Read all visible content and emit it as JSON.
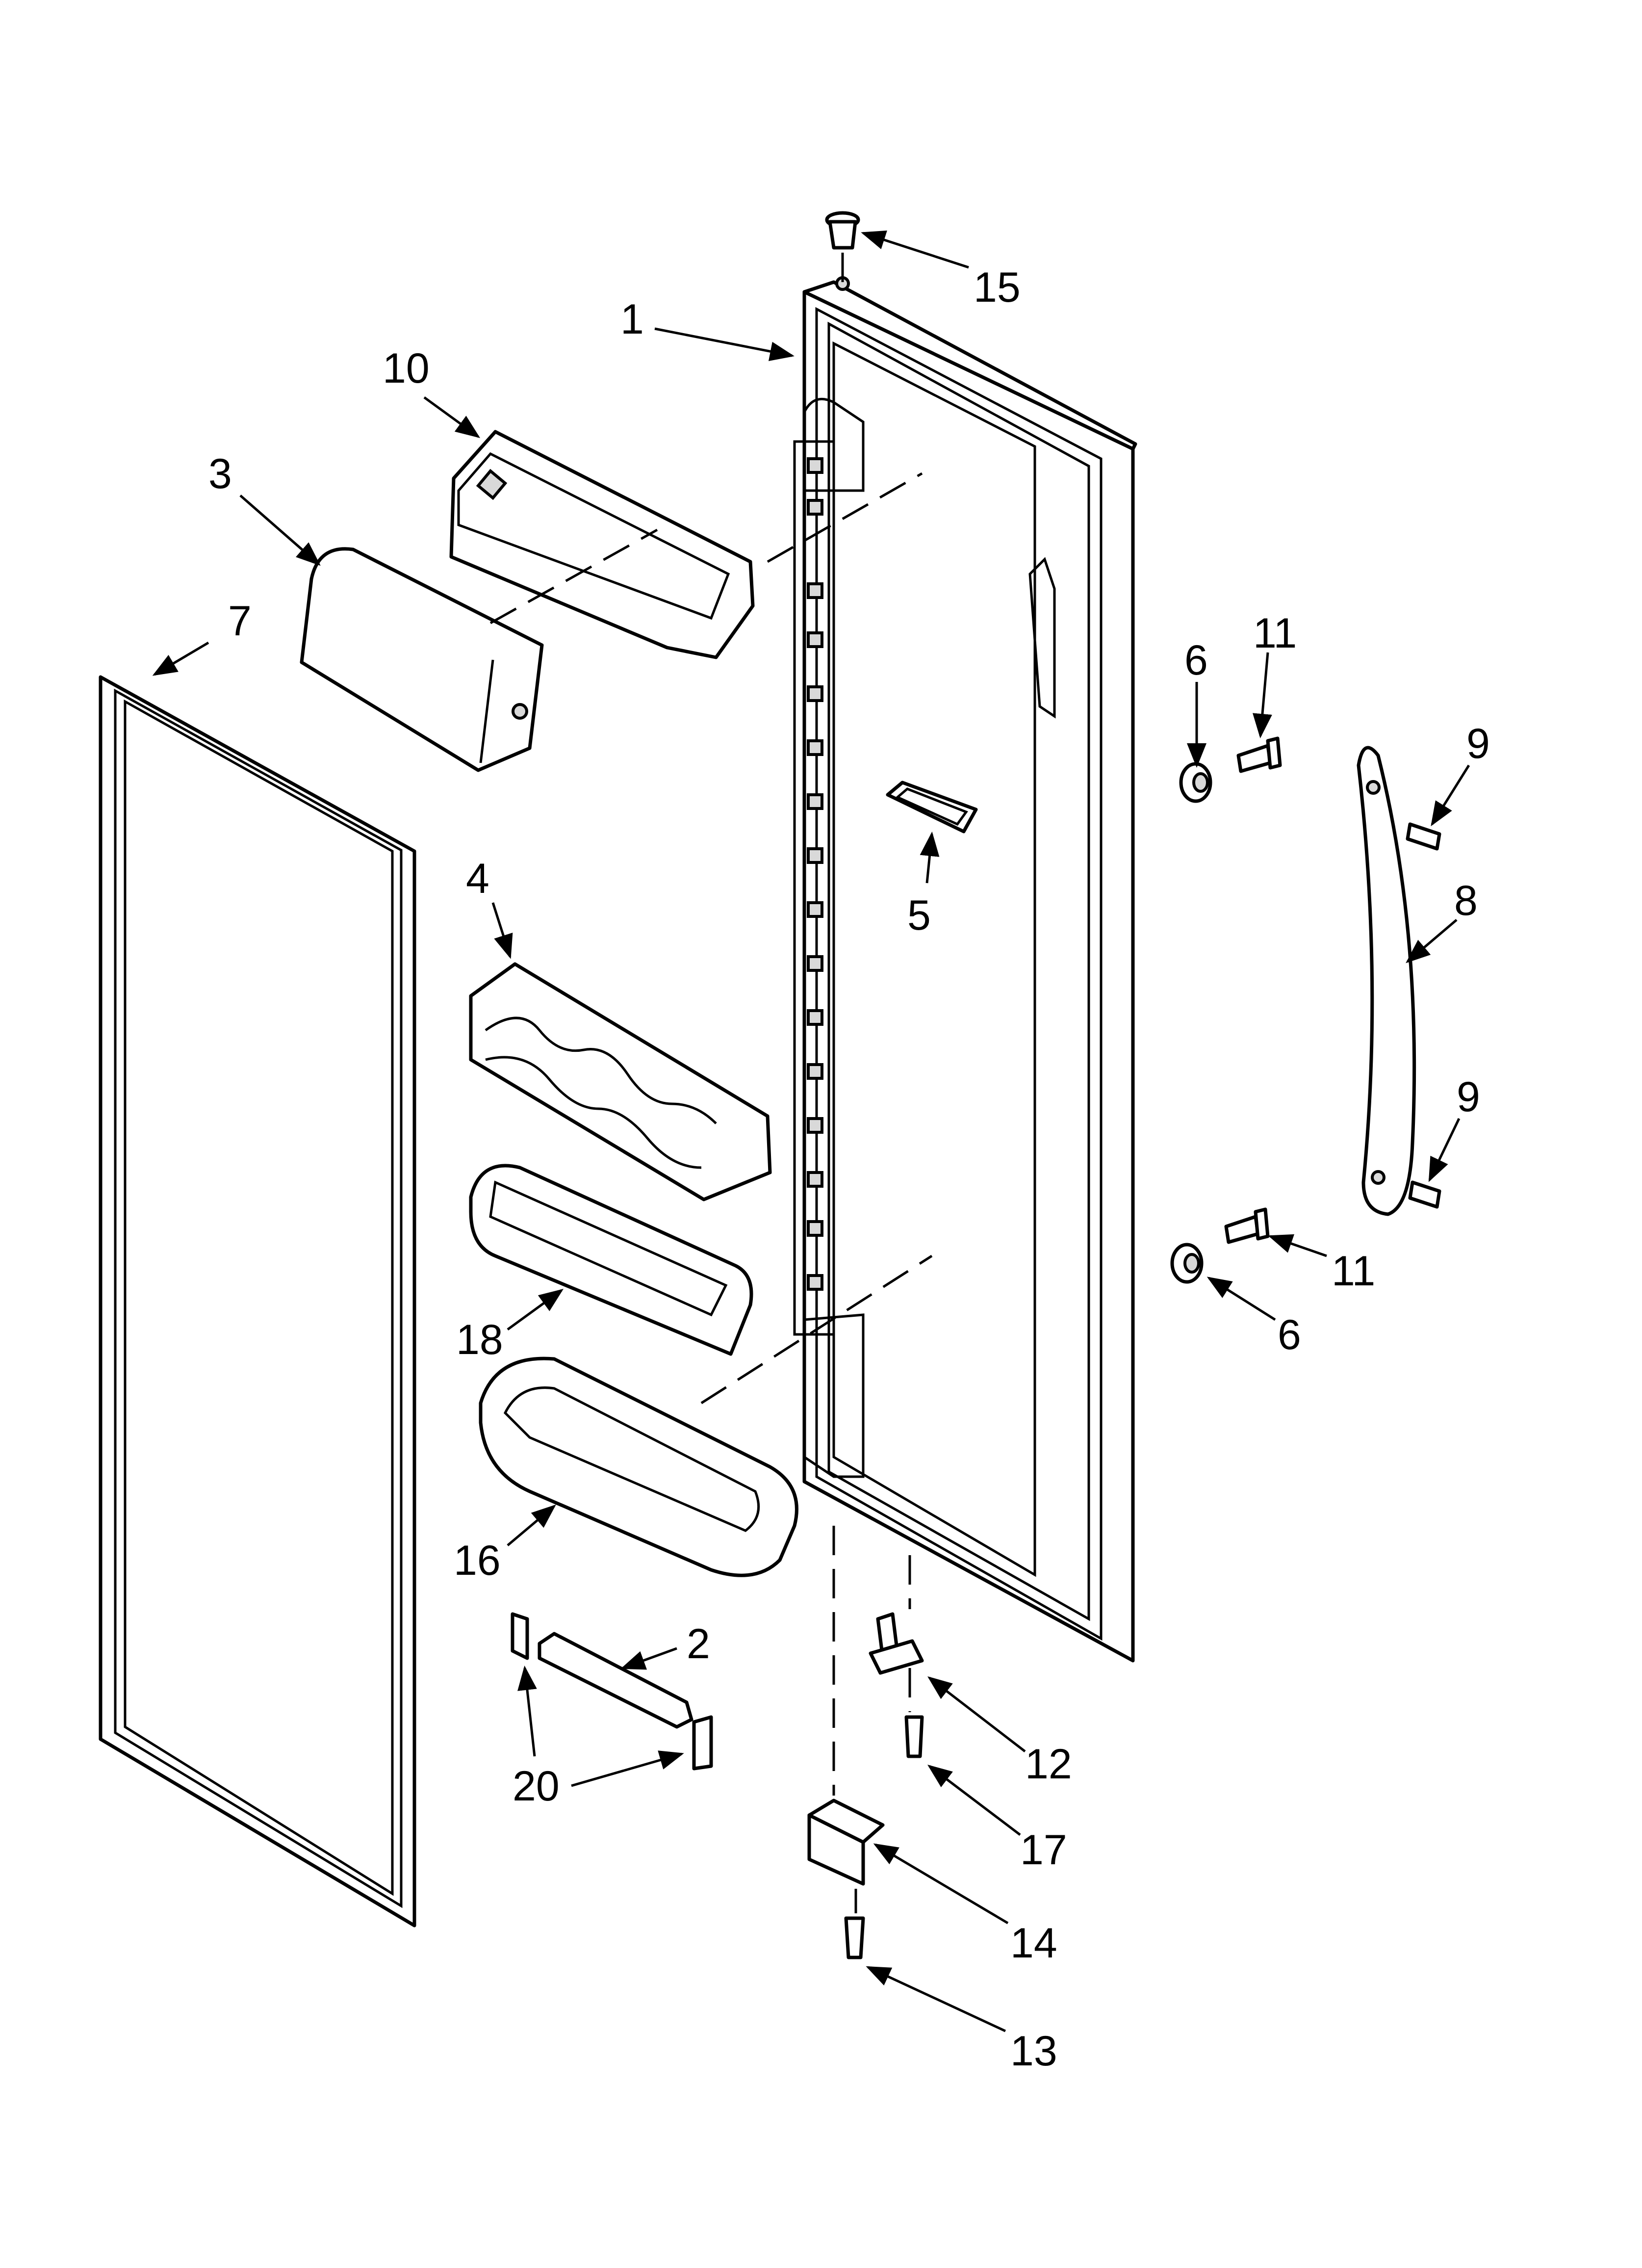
{
  "diagram": {
    "callouts": [
      {
        "id": "c1",
        "label": "1"
      },
      {
        "id": "c2",
        "label": "2"
      },
      {
        "id": "c3",
        "label": "3"
      },
      {
        "id": "c4",
        "label": "4"
      },
      {
        "id": "c5",
        "label": "5"
      },
      {
        "id": "c6a",
        "label": "6"
      },
      {
        "id": "c6b",
        "label": "6"
      },
      {
        "id": "c7",
        "label": "7"
      },
      {
        "id": "c8",
        "label": "8"
      },
      {
        "id": "c9a",
        "label": "9"
      },
      {
        "id": "c9b",
        "label": "9"
      },
      {
        "id": "c10",
        "label": "10"
      },
      {
        "id": "c11a",
        "label": "11"
      },
      {
        "id": "c11b",
        "label": "11"
      },
      {
        "id": "c12",
        "label": "12"
      },
      {
        "id": "c13",
        "label": "13"
      },
      {
        "id": "c14",
        "label": "14"
      },
      {
        "id": "c15",
        "label": "15"
      },
      {
        "id": "c16",
        "label": "16"
      },
      {
        "id": "c17",
        "label": "17"
      },
      {
        "id": "c18",
        "label": "18"
      },
      {
        "id": "c20",
        "label": "20"
      }
    ]
  }
}
